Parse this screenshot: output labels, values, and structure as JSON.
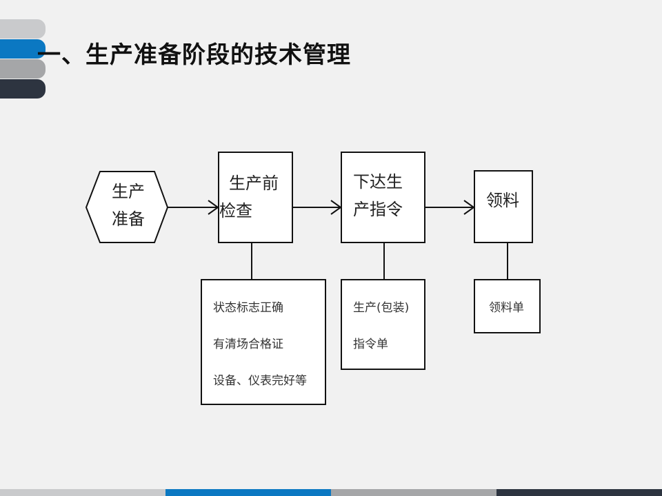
{
  "title": "一、生产准备阶段的技术管理",
  "colors": {
    "blue": "#0b78c2",
    "dark": "#2d3440",
    "gray": "#a5a6a8",
    "light": "#c9cacc"
  },
  "nodes": {
    "start": [
      "生产",
      "准备"
    ],
    "check": [
      "生产前",
      "检查"
    ],
    "order": [
      "下达生",
      "产指令"
    ],
    "pick": [
      "领料"
    ]
  },
  "details": {
    "check": [
      "状态标志正确",
      "有清场合格证",
      "设备、仪表完好等"
    ],
    "order": [
      "生产(包装)",
      "指令单"
    ],
    "pick": [
      "领料单"
    ]
  }
}
